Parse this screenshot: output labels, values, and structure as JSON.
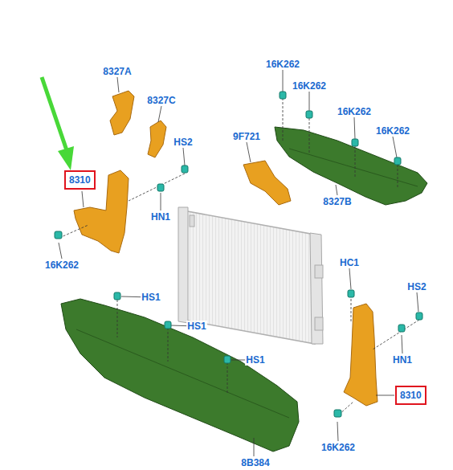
{
  "diagram": {
    "nodes": [
      {
        "text": [
          "8310"
        ]
      },
      {
        "text": [
          "8310"
        ]
      }
    ],
    "labels": [
      "16K262",
      "8327A",
      "16K262",
      "8327C",
      "16K262",
      "16K262",
      "HS2",
      "9F721",
      "8327B",
      "HN1",
      "16K262",
      "HC1",
      "HS1",
      "HS2",
      "HS1",
      "HN1",
      "HS1",
      "16K262",
      "8B384"
    ]
  }
}
